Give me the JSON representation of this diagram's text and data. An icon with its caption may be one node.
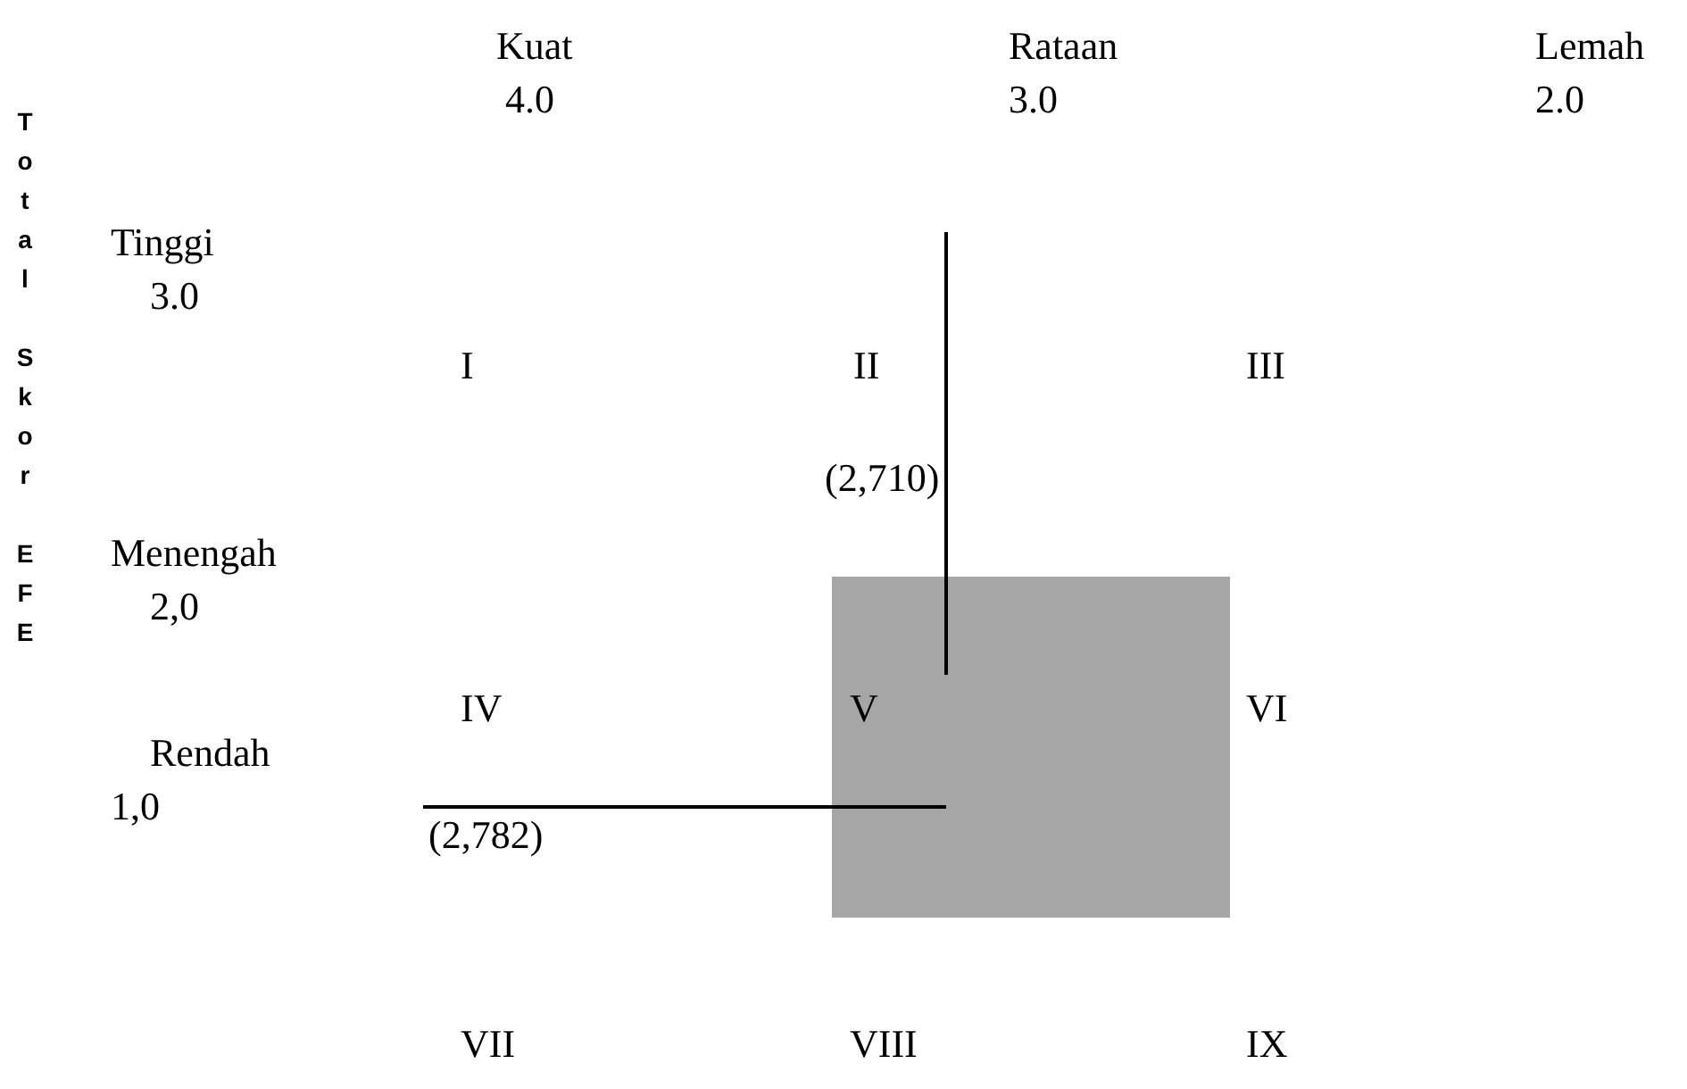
{
  "diagram": {
    "labels": [
      "Kuat",
      "4.0",
      "Rataan",
      "3.0",
      "Lemah",
      "2.0",
      "Total Skor EFE",
      "Tinggi",
      "3.0",
      "I",
      "II",
      "III",
      "(2,710)",
      "Menengah",
      "2,0",
      "IV",
      "V",
      "VI",
      "Rendah",
      "1,0",
      "(2,782)",
      "VII",
      "VIII",
      "IX"
    ]
  }
}
